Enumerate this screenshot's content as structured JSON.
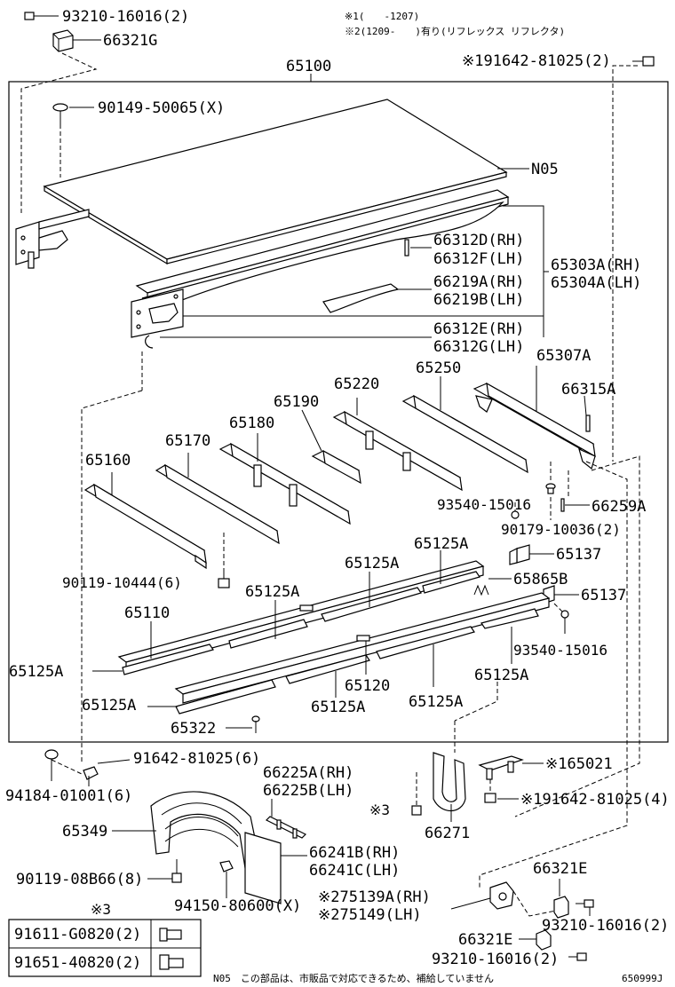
{
  "notes": {
    "note1": "※1(　　-1207)",
    "note2": "※2(1209-　　)有り(リフレックス リフレクタ)",
    "footer": "N05　この部品は、市販品で対応できるため、補給していません",
    "code": "650999J"
  },
  "labels": {
    "p93210_top": "93210-16016(2)",
    "p66321G": "66321G",
    "p65100": "65100",
    "p91642_top": "※191642-81025(2)",
    "p90149": "90149-50065(X)",
    "pN05": "N05",
    "p66312D": "66312D(RH)",
    "p66312F": "66312F(LH)",
    "p65303A": "65303A(RH)",
    "p65304A": "65304A(LH)",
    "p66219A": "66219A(RH)",
    "p66219B": "66219B(LH)",
    "p66312E": "66312E(RH)",
    "p66312G": "66312G(LH)",
    "p65307A": "65307A",
    "p65250": "65250",
    "p65220": "65220",
    "p66315A": "66315A",
    "p65190": "65190",
    "p65180": "65180",
    "p65170": "65170",
    "p65160": "65160",
    "p93540_a": "93540-15016",
    "p66259A": "66259A",
    "p90179": "90179-10036(2)",
    "p65125A_1": "65125A",
    "p65125A_2": "65125A",
    "p65137_a": "65137",
    "p90119_10444": "90119-10444(6)",
    "p65125A_3": "65125A",
    "p65865B": "65865B",
    "p65137_b": "65137",
    "p65110": "65110",
    "p93540_b": "93540-15016",
    "p65125A_4": "65125A",
    "p65120": "65120",
    "p65125A_5": "65125A",
    "p65125A_6": "65125A",
    "p65125A_7": "65125A",
    "p65125A_8": "65125A",
    "p65322": "65322",
    "p91642_mid": "91642-81025(6)",
    "p94184": "94184-01001(6)",
    "p66225A": "66225A(RH)",
    "p66225B": "66225B(LH)",
    "p65021": "※165021",
    "p91642_r": "※191642-81025(4)",
    "p65349": "65349",
    "p66271": "66271",
    "pnote3_small": "※3",
    "p66241B": "66241B(RH)",
    "p66241C": "66241C(LH)",
    "p90119_08B66": "90119-08B66(8)",
    "p75139A": "※275139A(RH)",
    "p75149": "※275149(LH)",
    "p94150": "94150-80600(X)",
    "p66321E_a": "66321E",
    "p93210_b": "93210-16016(2)",
    "p66321E_b": "66321E",
    "p93210_c": "93210-16016(2)"
  },
  "legend": {
    "title": "※3",
    "rows": [
      {
        "part": "91611-G0820(2)"
      },
      {
        "part": "91651-40820(2)"
      }
    ]
  }
}
